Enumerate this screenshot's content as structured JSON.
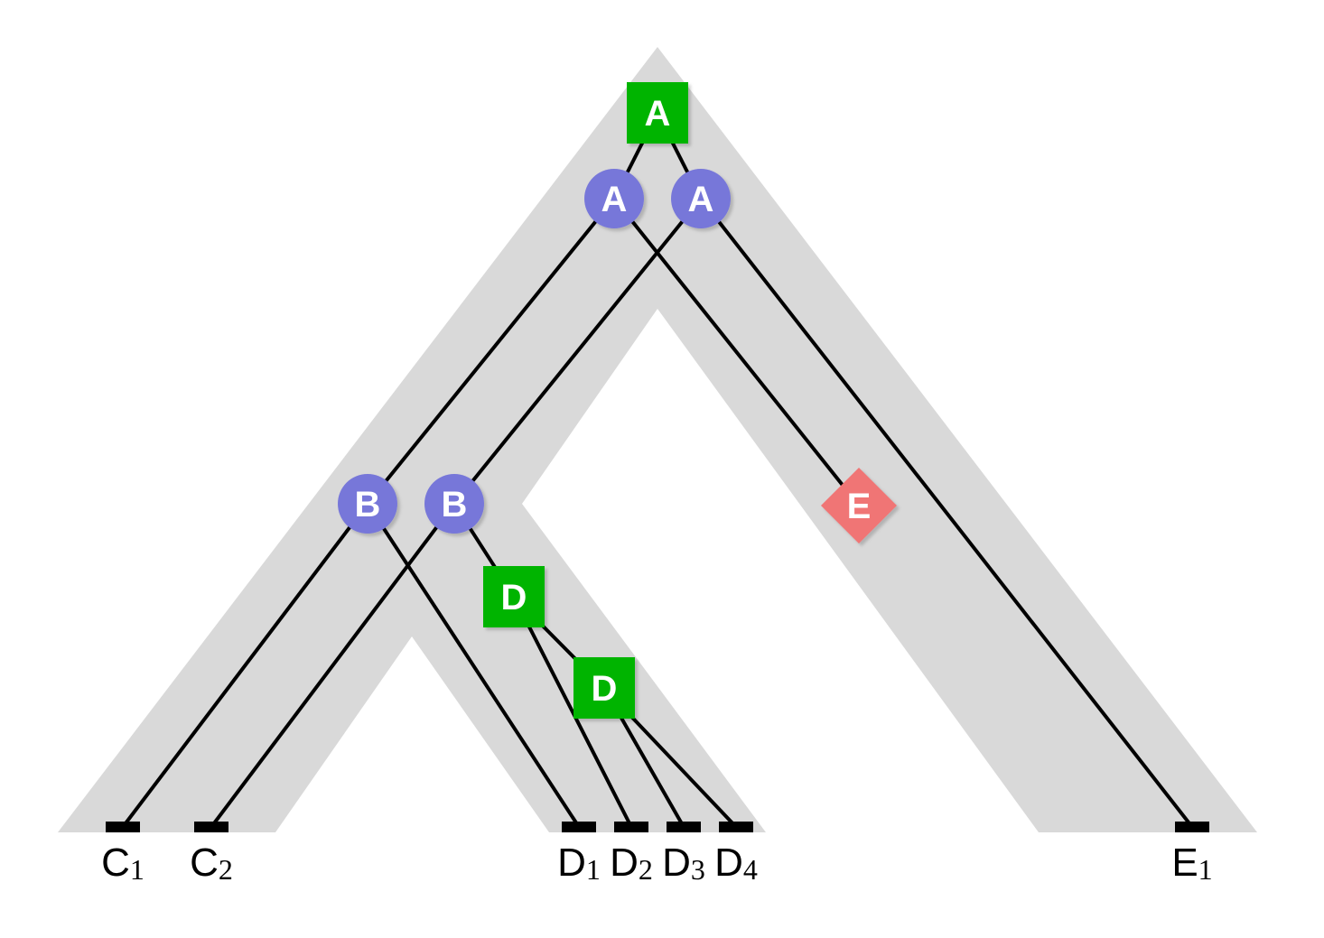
{
  "colors": {
    "species_tree": "#d9d9d9",
    "duplication": "#00b400",
    "speciation": "#7777d9",
    "transfer": "#f07474",
    "edge": "#000000",
    "leaf_bar": "#000000",
    "node_text": "#ffffff"
  },
  "nodes": [
    {
      "id": "a-root",
      "kind": "duplication",
      "label": "A"
    },
    {
      "id": "a-left",
      "kind": "speciation",
      "label": "A"
    },
    {
      "id": "a-right",
      "kind": "speciation",
      "label": "A"
    },
    {
      "id": "b-left",
      "kind": "speciation",
      "label": "B"
    },
    {
      "id": "b-right",
      "kind": "speciation",
      "label": "B"
    },
    {
      "id": "e-node",
      "kind": "transfer",
      "label": "E"
    },
    {
      "id": "d-upper",
      "kind": "duplication",
      "label": "D"
    },
    {
      "id": "d-lower",
      "kind": "duplication",
      "label": "D"
    }
  ],
  "leaves": [
    {
      "id": "c1",
      "base": "C",
      "sub": "1"
    },
    {
      "id": "c2",
      "base": "C",
      "sub": "2"
    },
    {
      "id": "d1",
      "base": "D",
      "sub": "1"
    },
    {
      "id": "d2",
      "base": "D",
      "sub": "2"
    },
    {
      "id": "d3",
      "base": "D",
      "sub": "3"
    },
    {
      "id": "d4",
      "base": "D",
      "sub": "4"
    },
    {
      "id": "e1",
      "base": "E",
      "sub": "1"
    }
  ],
  "edges": [
    [
      "a-root",
      "a-left"
    ],
    [
      "a-root",
      "a-right"
    ],
    [
      "a-left",
      "b-left"
    ],
    [
      "a-left",
      "e-node"
    ],
    [
      "a-right",
      "b-right"
    ],
    [
      "a-right",
      "e1"
    ],
    [
      "b-left",
      "c1"
    ],
    [
      "b-left",
      "d1"
    ],
    [
      "b-right",
      "c2"
    ],
    [
      "b-right",
      "d-upper"
    ],
    [
      "d-upper",
      "d2"
    ],
    [
      "d-upper",
      "d-lower"
    ],
    [
      "d-lower",
      "d3"
    ],
    [
      "d-lower",
      "d4"
    ]
  ]
}
